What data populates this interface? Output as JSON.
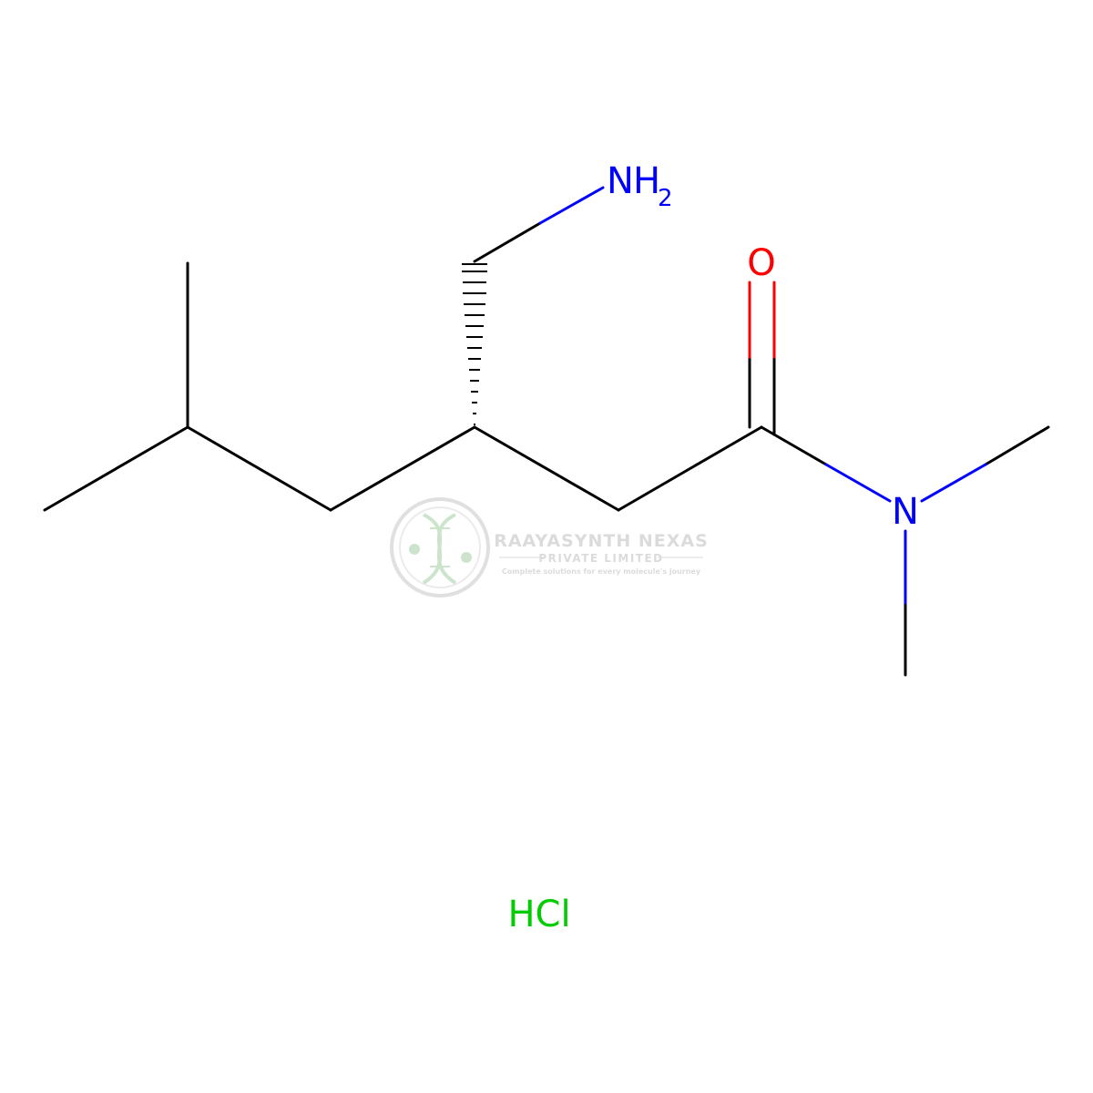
{
  "molecule": {
    "atoms": {
      "amine_nitrogen": {
        "symbol": "N",
        "hydrogens": "H",
        "subscript": "2",
        "color": "#0000ff"
      },
      "carbonyl_oxygen": {
        "symbol": "O",
        "color": "#ff0000"
      },
      "amide_nitrogen": {
        "symbol": "N",
        "color": "#0000ff"
      }
    },
    "salt": {
      "label": "HCl",
      "color": "#00cc00"
    },
    "bond_color": "#000000",
    "stereo": "hashed wedge at stereocenter"
  },
  "watermark": {
    "company": "RAAYASYNTH NEXAS",
    "subtitle": "PRIVATE LIMITED",
    "tagline": "Complete solutions for every molecule's journey",
    "color": "#b0b0b0",
    "accent": "#7fbf7f"
  }
}
